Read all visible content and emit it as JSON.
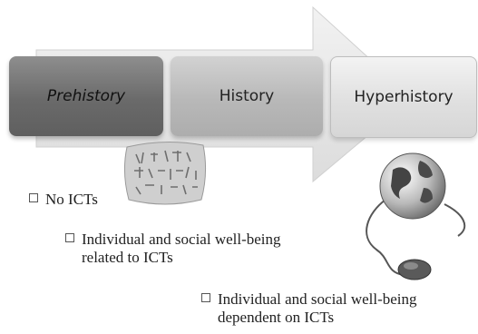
{
  "stages": [
    {
      "label": "Prehistory"
    },
    {
      "label": "History"
    },
    {
      "label": "Hyperhistory"
    }
  ],
  "bullets": [
    {
      "line1": "No ICTs",
      "line2": ""
    },
    {
      "line1": "Individual and social well-being",
      "line2": "related to ICTs"
    },
    {
      "line1": "Individual and social well-being",
      "line2": "dependent on ICTs"
    }
  ],
  "icons": [
    "clay-tablet-icon",
    "globe-mouse-icon",
    "arrow-shape"
  ],
  "colors": {
    "prehistory": "#6a6a6a",
    "history": "#b8b8b8",
    "hyperhistory": "#e0e0e0",
    "arrow": "#e4e4e4"
  }
}
